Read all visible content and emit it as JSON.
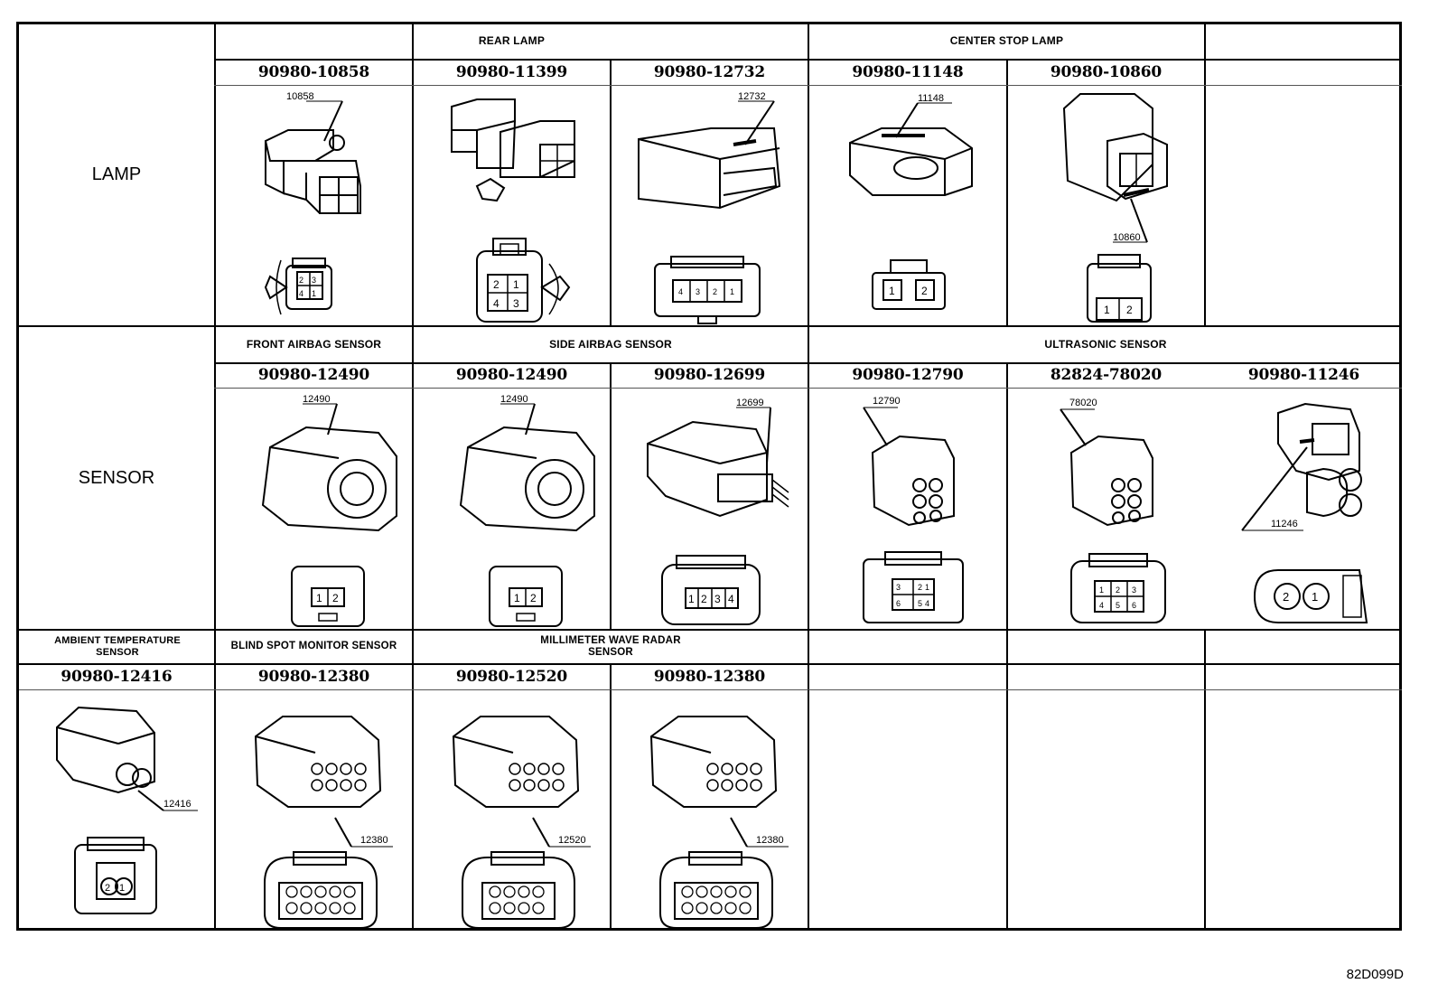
{
  "categories": {
    "lamp": "LAMP",
    "sensor": "SENSOR"
  },
  "sections": {
    "rear_lamp": "REAR LAMP",
    "center_stop_lamp": "CENTER STOP LAMP",
    "front_airbag_sensor": "FRONT AIRBAG SENSOR",
    "side_airbag_sensor": "SIDE AIRBAG SENSOR",
    "ultrasonic_sensor": "ULTRASONIC SENSOR",
    "ambient_temperature_sensor": "AMBIENT TEMPERATURE SENSOR",
    "blind_spot_monitor_sensor": "BLIND SPOT MONITOR SENSOR",
    "millimeter_wave_radar_sensor": "MILLIMETER WAVE RADAR SENSOR"
  },
  "row1": [
    {
      "part": "90980-10858",
      "code": "10858",
      "pins": [
        "2",
        "3",
        "4",
        "1"
      ]
    },
    {
      "part": "90980-11399",
      "pins": [
        "2",
        "1",
        "4",
        "3"
      ]
    },
    {
      "part": "90980-12732",
      "code": "12732",
      "pins": [
        "4",
        "3",
        "2",
        "1"
      ]
    },
    {
      "part": "90980-11148",
      "code": "11148",
      "pins": [
        "1",
        "2"
      ]
    },
    {
      "part": "90980-10860",
      "code": "10860",
      "pins": [
        "1",
        "2"
      ]
    }
  ],
  "row2": [
    {
      "part": "90980-12490",
      "code": "12490",
      "pins": [
        "1",
        "2"
      ]
    },
    {
      "part": "90980-12490",
      "code": "12490",
      "pins": [
        "1",
        "2"
      ]
    },
    {
      "part": "90980-12699",
      "code": "12699",
      "pins": [
        "1",
        "2",
        "3",
        "4"
      ]
    },
    {
      "part": "90980-12790",
      "code": "12790",
      "pins": [
        "3",
        "2",
        "1",
        "6",
        "5",
        "4"
      ]
    },
    {
      "part": "82824-78020",
      "code": "78020",
      "pins": [
        "1",
        "2",
        "3",
        "4",
        "5",
        "6"
      ]
    },
    {
      "part": "90980-11246",
      "code": "11246",
      "pins": [
        "2",
        "1"
      ]
    }
  ],
  "row3": [
    {
      "part": "90980-12416",
      "code": "12416",
      "pins": [
        "2",
        "1"
      ]
    },
    {
      "part": "90980-12380",
      "code": "12380"
    },
    {
      "part": "90980-12520",
      "code": "12520"
    },
    {
      "part": "90980-12380",
      "code": "12380"
    }
  ],
  "figure_id": "82D099D"
}
